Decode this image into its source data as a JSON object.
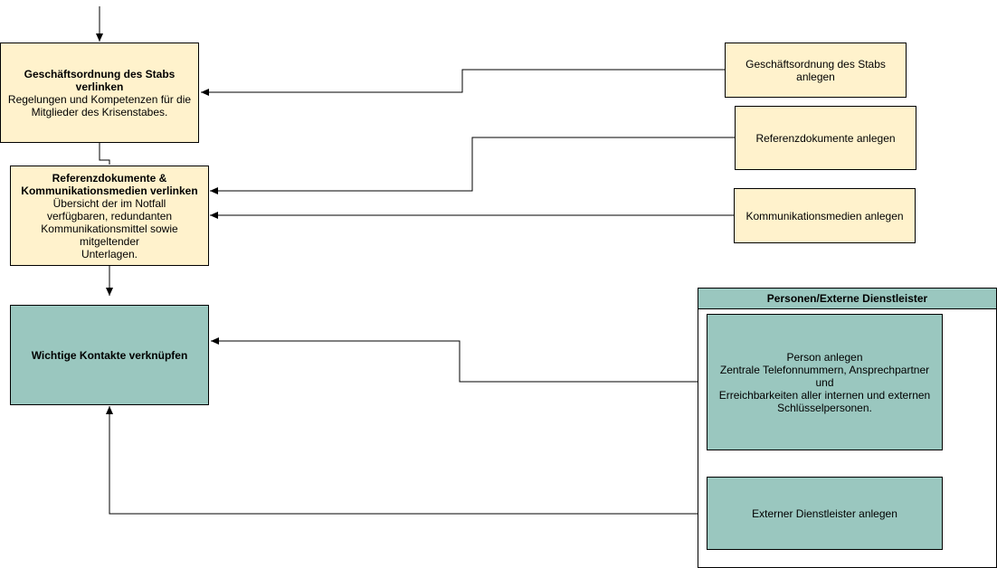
{
  "nodes": {
    "gos_link": {
      "title": "Geschäftsordnung des Stabs verlinken",
      "lines": [
        "Regelungen und Kompetenzen für die",
        "Mitglieder des Krisenstabes."
      ]
    },
    "ref_link": {
      "title_lines": [
        "Referenzdokumente &",
        "Kommunikationsmedien verlinken"
      ],
      "lines": [
        "Übersicht der im Notfall",
        "verfügbaren, redundanten",
        "Kommunikationsmittel sowie",
        "mitgeltender",
        "Unterlagen."
      ]
    },
    "contacts_link": {
      "title": "Wichtige Kontakte verknüpfen"
    },
    "gos_create": {
      "lines": [
        "Geschäftsordnung des Stabs",
        "anlegen"
      ]
    },
    "ref_create": {
      "label": "Referenzdokumente anlegen"
    },
    "comm_create": {
      "label": "Kommunikationsmedien anlegen"
    },
    "person_create": {
      "lines": [
        "Person anlegen",
        "Zentrale Telefonnummern, Ansprechpartner und",
        "Erreichbarkeiten aller internen und externen",
        "Schlüsselpersonen."
      ]
    },
    "ext_create": {
      "label": "Externer Dienstleister anlegen"
    }
  },
  "group": {
    "title": "Personen/Externe Dienstleister"
  },
  "colors": {
    "yellow": "#fff2cc",
    "teal": "#9ac7bf",
    "stroke": "#000000"
  }
}
